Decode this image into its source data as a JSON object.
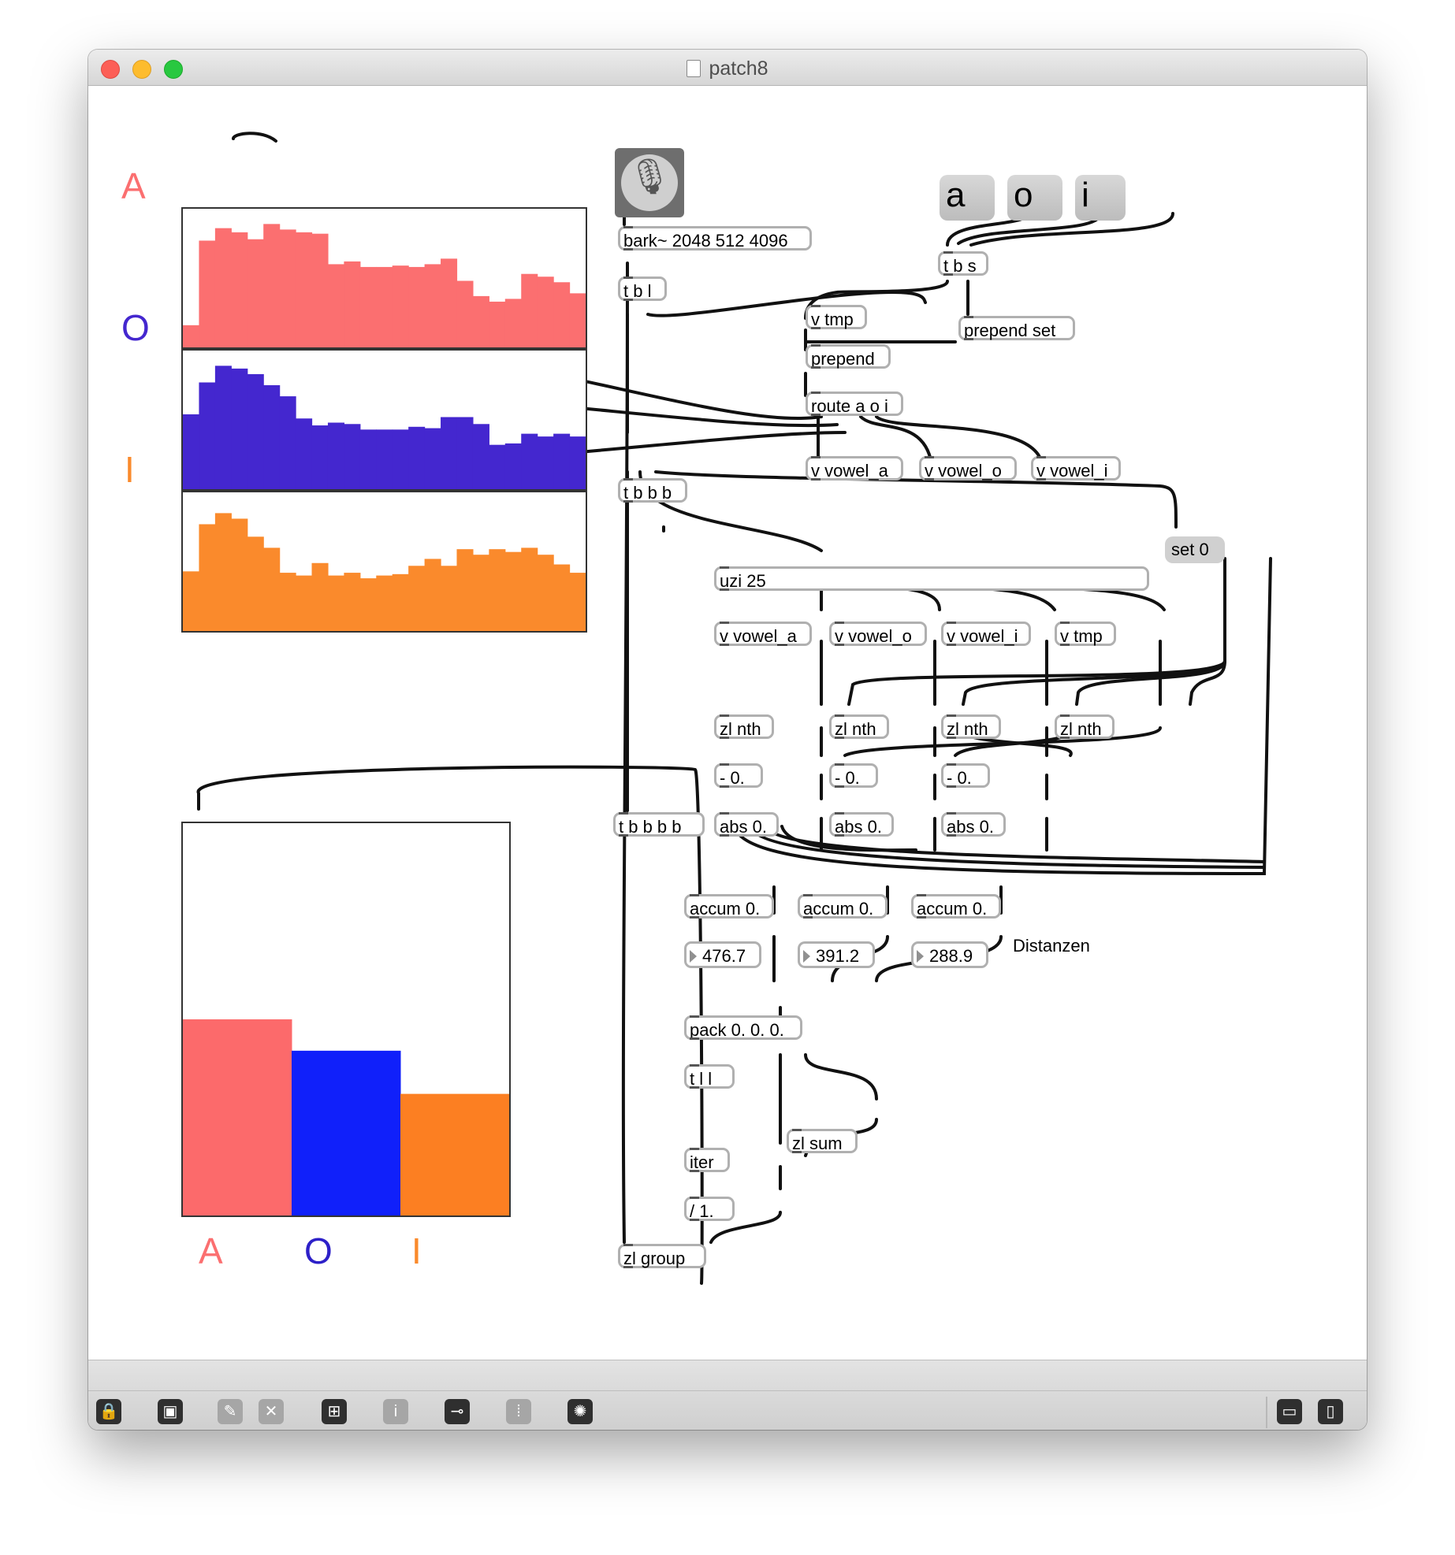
{
  "window": {
    "title": "patch8"
  },
  "colors": {
    "a": "#fb6f70",
    "o": "#4427cf",
    "i": "#fa8a2c",
    "o_bar": "#1020fa",
    "a_bar": "#fc6a6b",
    "i_bar": "#fc7f22"
  },
  "labels": {
    "left": [
      "A",
      "O",
      "I"
    ],
    "bottom": [
      "A",
      "O",
      "I"
    ],
    "distanzen": "Distanzen"
  },
  "vowel_buttons": [
    "a",
    "o",
    "i"
  ],
  "objects": {
    "bark": "bark~ 2048 512 4096",
    "tbl": "t b l",
    "tbs": "t b s",
    "vtmp1": "v tmp",
    "prepend_set": "prepend set",
    "prepend": "prepend",
    "route": "route a o i",
    "v_vowel_a1": "v vowel_a",
    "v_vowel_o1": "v vowel_o",
    "v_vowel_i1": "v vowel_i",
    "tbbb": "t b b b",
    "uzi": "uzi 25",
    "v_vowel_a2": "v vowel_a",
    "v_vowel_o2": "v vowel_o",
    "v_vowel_i2": "v vowel_i",
    "vtmp2": "v tmp",
    "zlnth1": "zl nth",
    "zlnth2": "zl nth",
    "zlnth3": "zl nth",
    "zlnth4": "zl nth",
    "minus1": "- 0.",
    "minus2": "- 0.",
    "minus3": "- 0.",
    "tbbbb": "t b b b b",
    "abs1": "abs 0.",
    "abs2": "abs 0.",
    "abs3": "abs 0.",
    "accum1": "accum 0.",
    "accum2": "accum 0.",
    "accum3": "accum 0.",
    "pack": "pack 0. 0. 0.",
    "tll": "t l l",
    "zlsum": "zl sum",
    "iter": "iter",
    "div": "/ 1.",
    "zlgroup": "zl group"
  },
  "messages": {
    "set0": "set 0"
  },
  "numbers": {
    "n1": "476.7",
    "n2": "391.2",
    "n3": "288.9"
  },
  "histograms": {
    "a": [
      0.16,
      0.77,
      0.86,
      0.83,
      0.78,
      0.89,
      0.85,
      0.83,
      0.82,
      0.6,
      0.62,
      0.58,
      0.58,
      0.59,
      0.58,
      0.6,
      0.64,
      0.48,
      0.37,
      0.33,
      0.35,
      0.53,
      0.51,
      0.47,
      0.39
    ],
    "o": [
      0.54,
      0.77,
      0.89,
      0.87,
      0.83,
      0.75,
      0.67,
      0.51,
      0.46,
      0.48,
      0.47,
      0.43,
      0.43,
      0.43,
      0.45,
      0.44,
      0.52,
      0.52,
      0.47,
      0.32,
      0.33,
      0.4,
      0.38,
      0.4,
      0.38
    ],
    "i": [
      0.43,
      0.77,
      0.85,
      0.81,
      0.68,
      0.6,
      0.42,
      0.4,
      0.49,
      0.4,
      0.42,
      0.38,
      0.4,
      0.41,
      0.47,
      0.52,
      0.47,
      0.59,
      0.55,
      0.59,
      0.57,
      0.6,
      0.55,
      0.48,
      0.42
    ]
  },
  "distance_bars": [
    0.5,
    0.42,
    0.31
  ],
  "toolbar": {
    "left": [
      "lock-icon",
      "presentation-icon",
      "edit-icon",
      "clear-icon",
      "grid-icon",
      "inspector-icon",
      "slider-icon",
      "patcher-icon",
      "dial-icon"
    ],
    "right": [
      "bottom-panel-icon",
      "sidebar-icon"
    ]
  }
}
